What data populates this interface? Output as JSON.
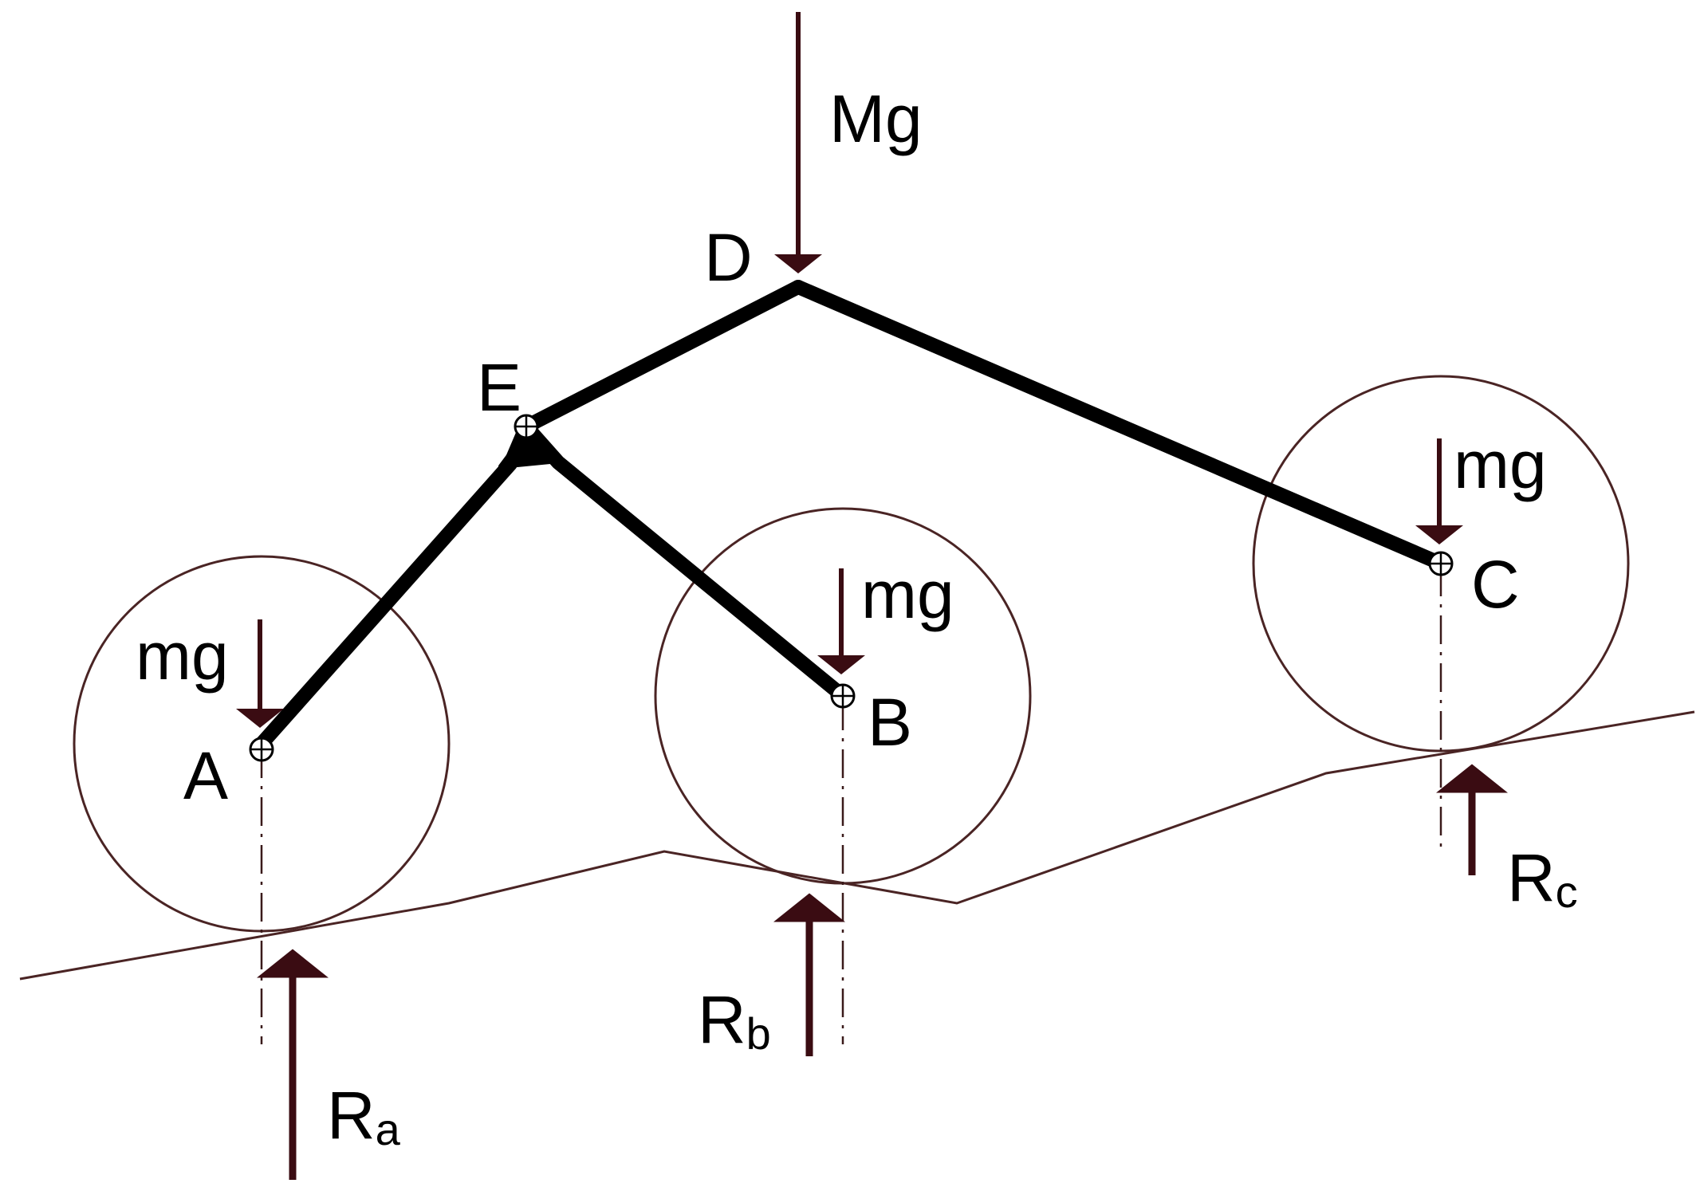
{
  "colors": {
    "background": "#ffffff",
    "wheel_stroke": "#4a2424",
    "terrain_stroke": "#4a2424",
    "arrow_color": "#3a0c12",
    "frame_color": "#000000",
    "centerline_color": "#3a1a1a"
  },
  "labels": {
    "load": "Mg",
    "point_d": "D",
    "point_e": "E",
    "point_a": "A",
    "point_b": "B",
    "point_c": "C",
    "weight_a": "mg",
    "weight_b": "mg",
    "weight_c": "mg",
    "reaction_a_main": "R",
    "reaction_a_sub": "a",
    "reaction_b_main": "R",
    "reaction_b_sub": "b",
    "reaction_c_main": "R",
    "reaction_c_sub": "c"
  }
}
